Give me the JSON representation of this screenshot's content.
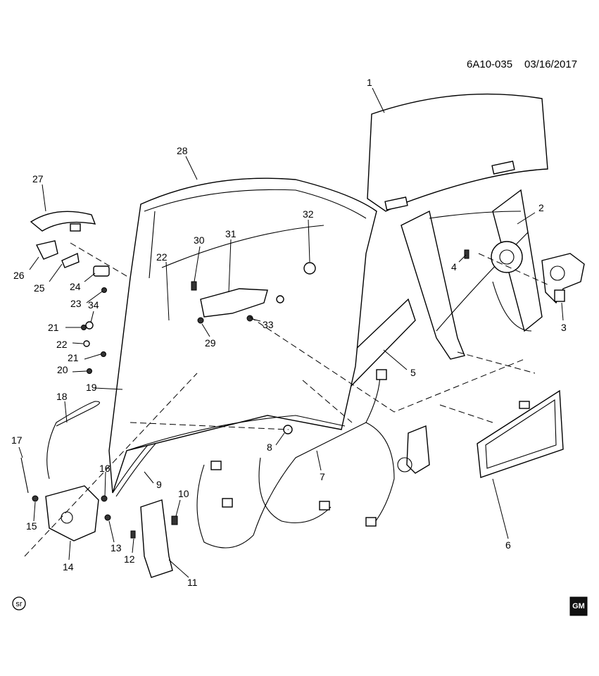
{
  "header": {
    "code": "6A10-035",
    "date": "03/16/2017"
  },
  "callouts": [
    "1",
    "2",
    "3",
    "4",
    "5",
    "6",
    "7",
    "8",
    "9",
    "10",
    "11",
    "12",
    "13",
    "14",
    "15",
    "16",
    "17",
    "18",
    "19",
    "20",
    "21",
    "21",
    "22",
    "22",
    "23",
    "24",
    "25",
    "26",
    "27",
    "28",
    "29",
    "30",
    "31",
    "32",
    "33",
    "34"
  ],
  "corner": {
    "sr_badge": "sr",
    "gm_logo": "GM"
  }
}
